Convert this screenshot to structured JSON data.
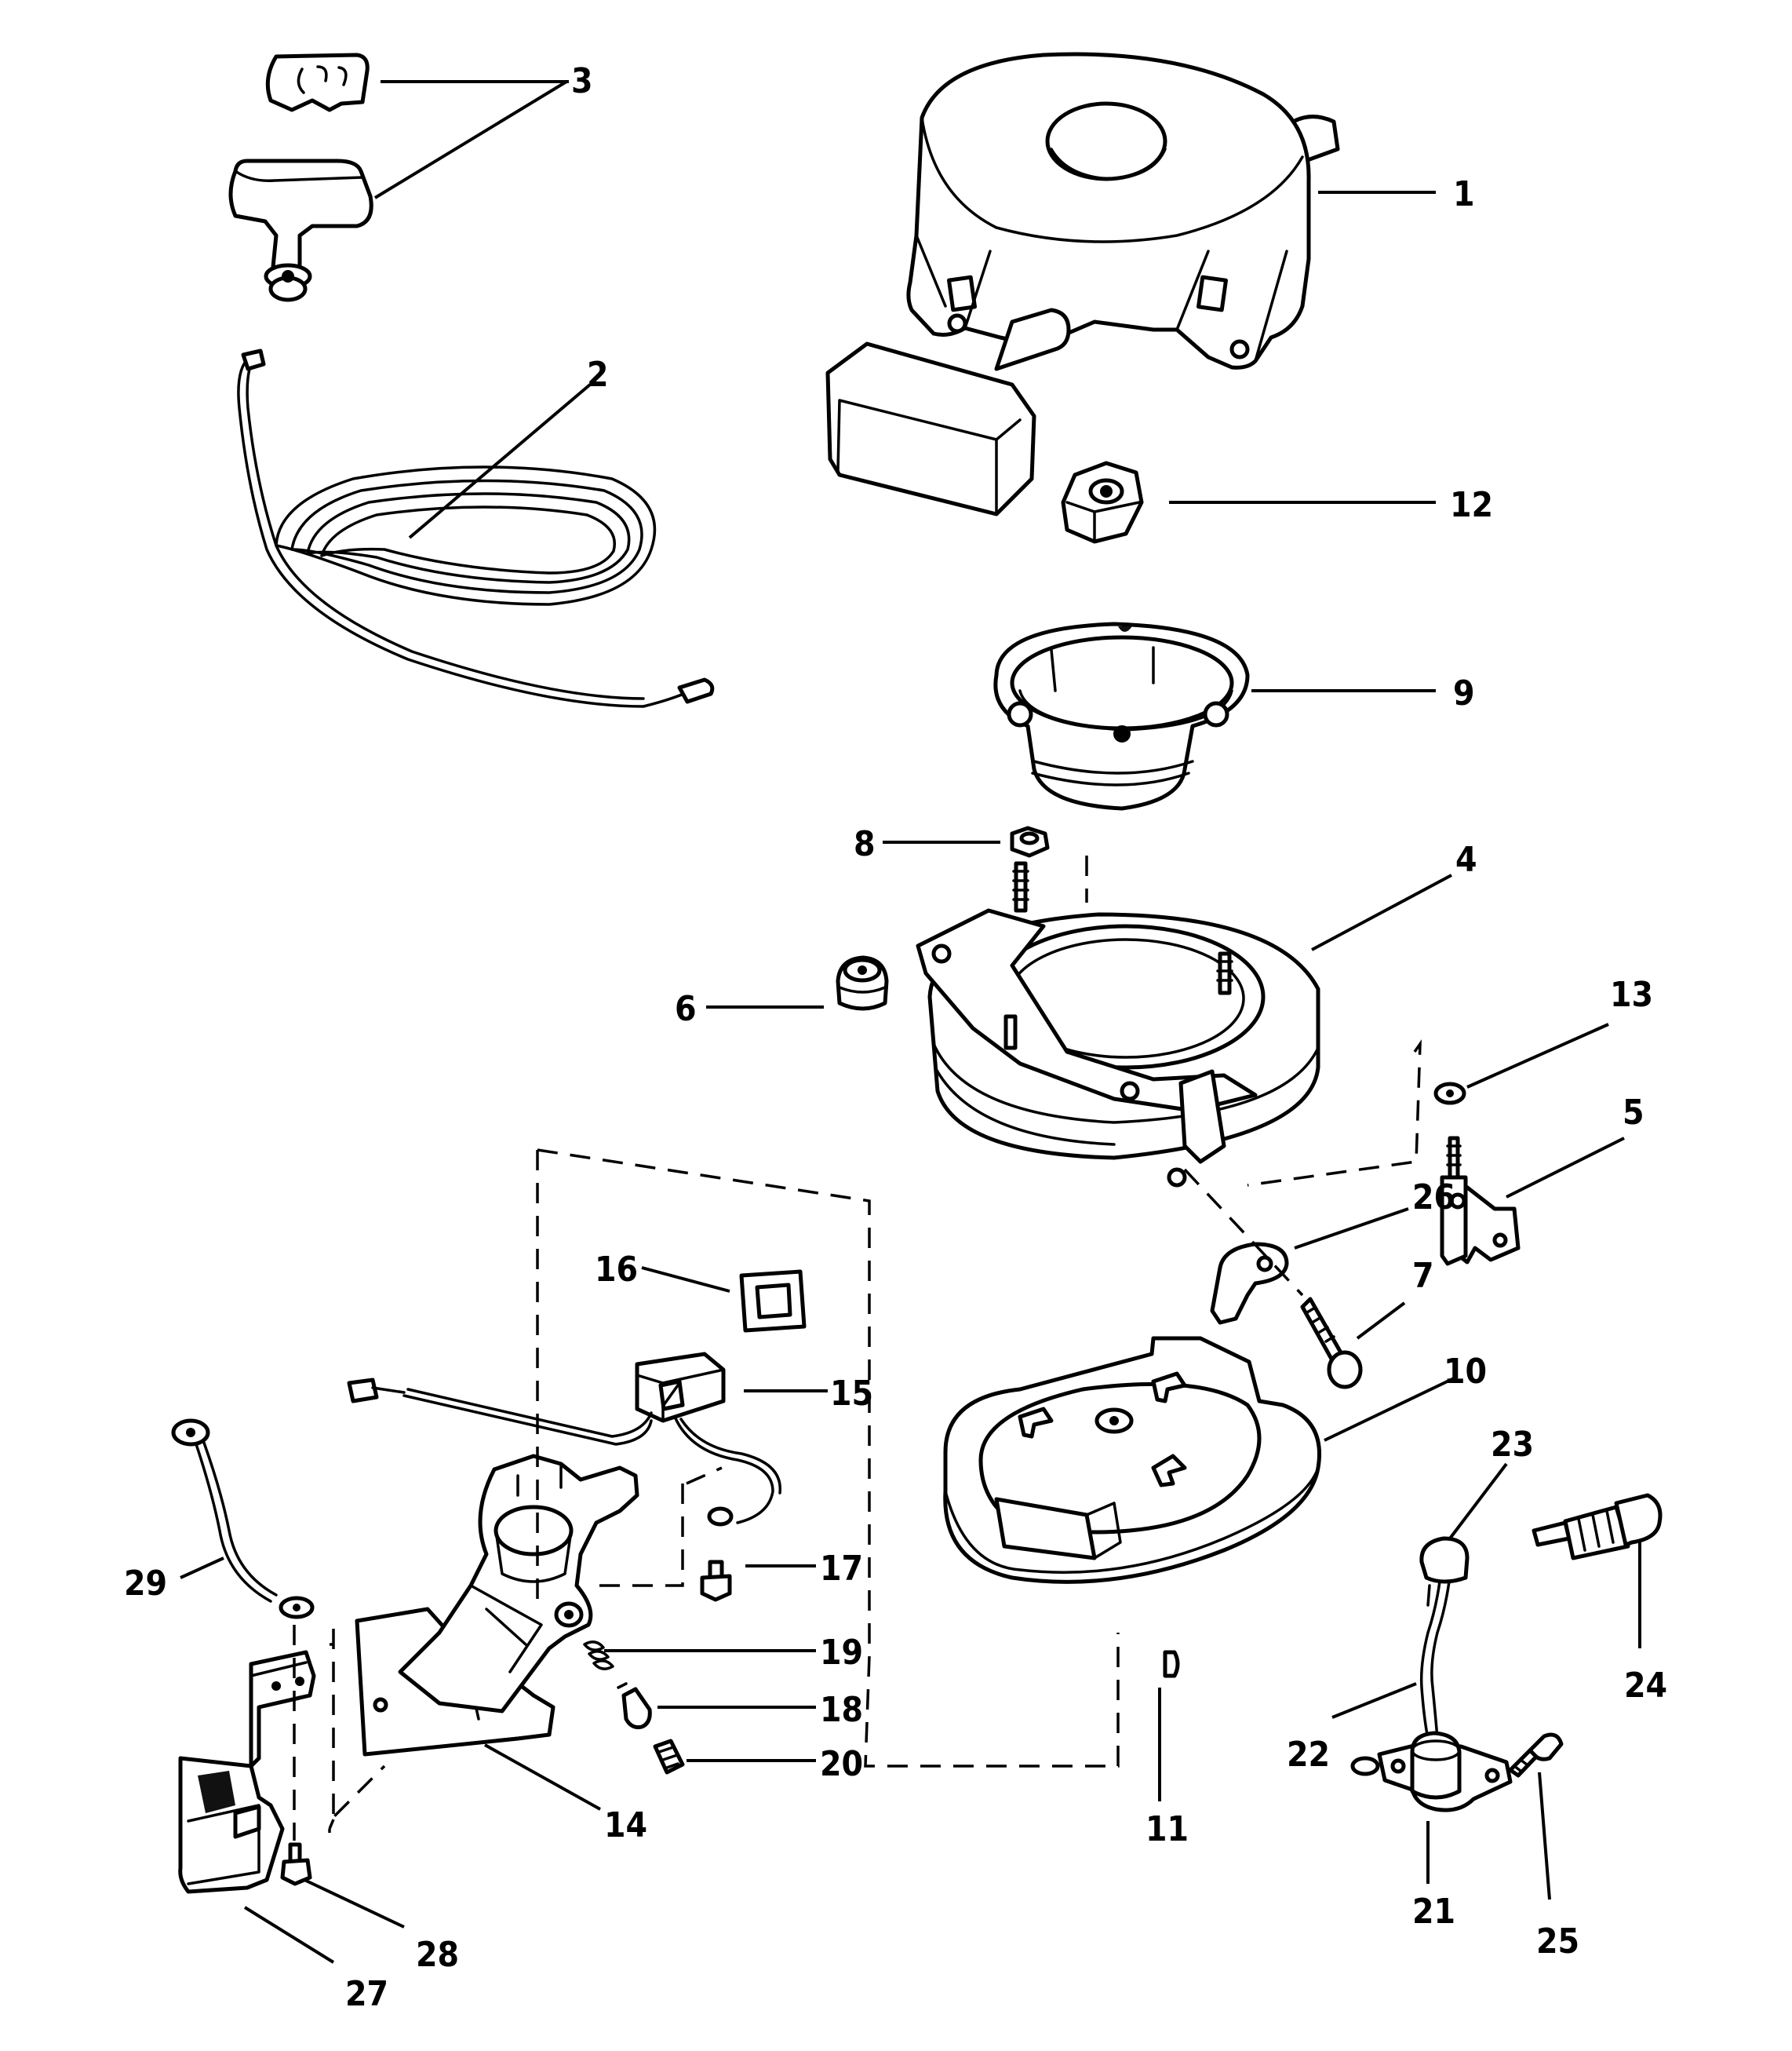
{
  "diagram": {
    "callouts": {
      "p1": "1",
      "p2": "2",
      "p3": "3",
      "p4": "4",
      "p5": "5",
      "p6": "6",
      "p7": "7",
      "p8": "8",
      "p9": "9",
      "p10": "10",
      "p11": "11",
      "p12": "12",
      "p13": "13",
      "p14": "14",
      "p15": "15",
      "p16": "16",
      "p17": "17",
      "p18": "18",
      "p19": "19",
      "p20": "20",
      "p21": "21",
      "p22": "22",
      "p23": "23",
      "p24": "24",
      "p25": "25",
      "p26": "26",
      "p27": "27",
      "p28": "28",
      "p29": "29"
    }
  }
}
